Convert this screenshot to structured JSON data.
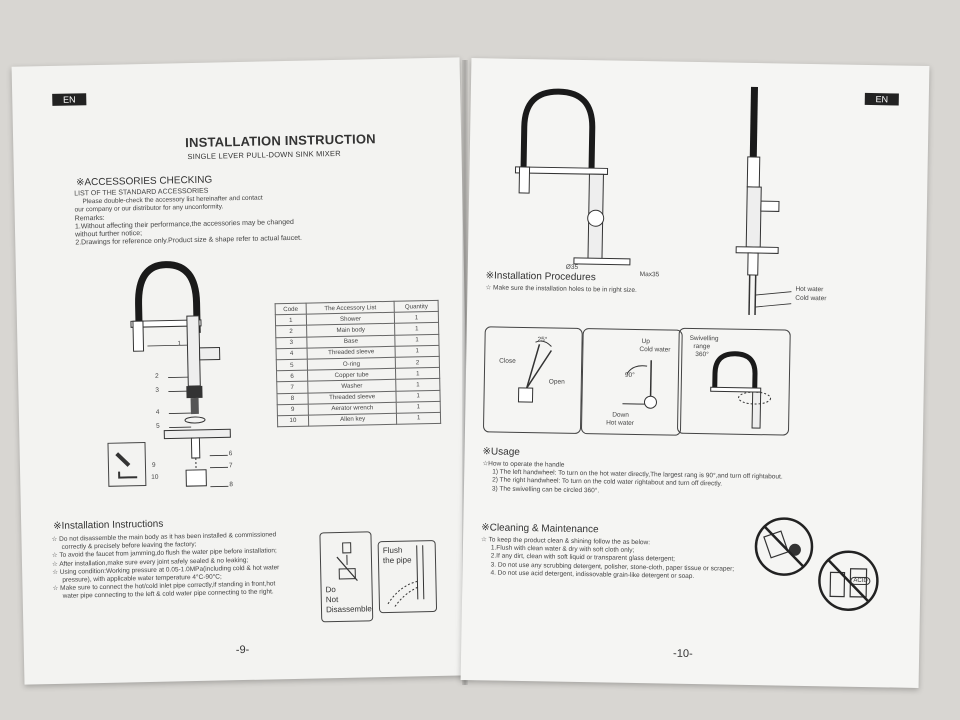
{
  "left_page": {
    "lang": "EN",
    "title": "INSTALLATION INSTRUCTION",
    "subtitle": "SINGLE LEVER PULL-DOWN SINK MIXER",
    "accessories_heading": "※ACCESSORIES CHECKING",
    "accessories_lines": [
      "LIST OF THE STANDARD ACCESSORIES",
      "Please double-check the accessory list hereinafter and contact",
      "our company or our distributor for any unconformity.",
      "Remarks:",
      "1.Without affecting their performance,the accessories may be changed",
      "without further notice;",
      "2.Drawings for reference only.Product size & shape refer to actual faucet."
    ],
    "table": {
      "headers": [
        "Code",
        "The Accessory List",
        "Quantity"
      ],
      "rows": [
        [
          "1",
          "Shower",
          "1"
        ],
        [
          "2",
          "Main body",
          "1"
        ],
        [
          "3",
          "Base",
          "1"
        ],
        [
          "4",
          "Threaded sleeve",
          "1"
        ],
        [
          "5",
          "O-ring",
          "2"
        ],
        [
          "6",
          "Copper tube",
          "1"
        ],
        [
          "7",
          "Washer",
          "1"
        ],
        [
          "8",
          "Threaded sleeve",
          "1"
        ],
        [
          "9",
          "Aerator wrench",
          "1"
        ],
        [
          "10",
          "Allen key",
          "1"
        ]
      ]
    },
    "callouts": [
      "1",
      "2",
      "3",
      "4",
      "5",
      "6",
      "7",
      "8",
      "9",
      "10"
    ],
    "install_heading": "※Installation Instructions",
    "install_lines": [
      "☆ Do not disassemble the main body as it has been installed & commissioned",
      "correctly & precisely before leaving the factory;",
      "☆ To avoid the faucet from jamming,do flush the water pipe before installation;",
      "☆ After installation,make sure every joint safely sealed & no leaking;",
      "☆ Using condition:Working pressure at 0.05-1.0MPa(including cold & hot water",
      "pressure), with applicable water temperature 4°C-90°C;",
      "☆ Make sure to connect the hot/cold inlet pipe correctly,if standing in front,hot",
      "water pipe connecting to the left & cold water pipe connecting to the right."
    ],
    "box1_label": "Do\nNot\nDisassemble",
    "box1_lines": [
      "Do",
      "Not",
      "Disassemble"
    ],
    "box2_lines": [
      "Flush",
      "the pipe"
    ],
    "page_number": "-9-"
  },
  "right_page": {
    "lang": "EN",
    "dim_d": "Ø35",
    "dim_max": "Max35",
    "hot_label": "Hot water",
    "cold_label": "Cold water",
    "procedures_heading": "※Installation Procedures",
    "procedures_note": "☆ Make sure the installation holes to be in right size.",
    "diag1": {
      "close": "Close",
      "open": "Open",
      "angle": "25°"
    },
    "diag2": {
      "up": "Up",
      "cold": "Cold water",
      "down": "Down",
      "hot": "Hot water",
      "angle": "90°"
    },
    "diag3": {
      "label1": "Swivelling",
      "label2": "range",
      "label3": "360°"
    },
    "usage_heading": "※Usage",
    "usage_lines": [
      "☆How to operate the handle",
      "1) The left handwheel: To turn on the hot water directly,The largest rang is 90°,and turn off rightabout.",
      "2) The right handwheel: To turn on the cold water rightabout and turn off directly.",
      "3) The swivelling can be circled 360°."
    ],
    "cleaning_heading": "※Cleaning & Maintenance",
    "cleaning_lines": [
      "☆ To keep the product clean & shining follow the as below:",
      "1.Flush with clean water & dry with soft cloth only;",
      "2.If any dirt, clean with soft liquid or transparent glass detergent;",
      "3. Do not use any scrubbing detergent, polisher, stone-cloth, paper tissue or scraper;",
      "4. Do not use acid detergent, indissovable grain-like detergent or soap."
    ],
    "acid_label": "ACID",
    "page_number": "-10-"
  }
}
